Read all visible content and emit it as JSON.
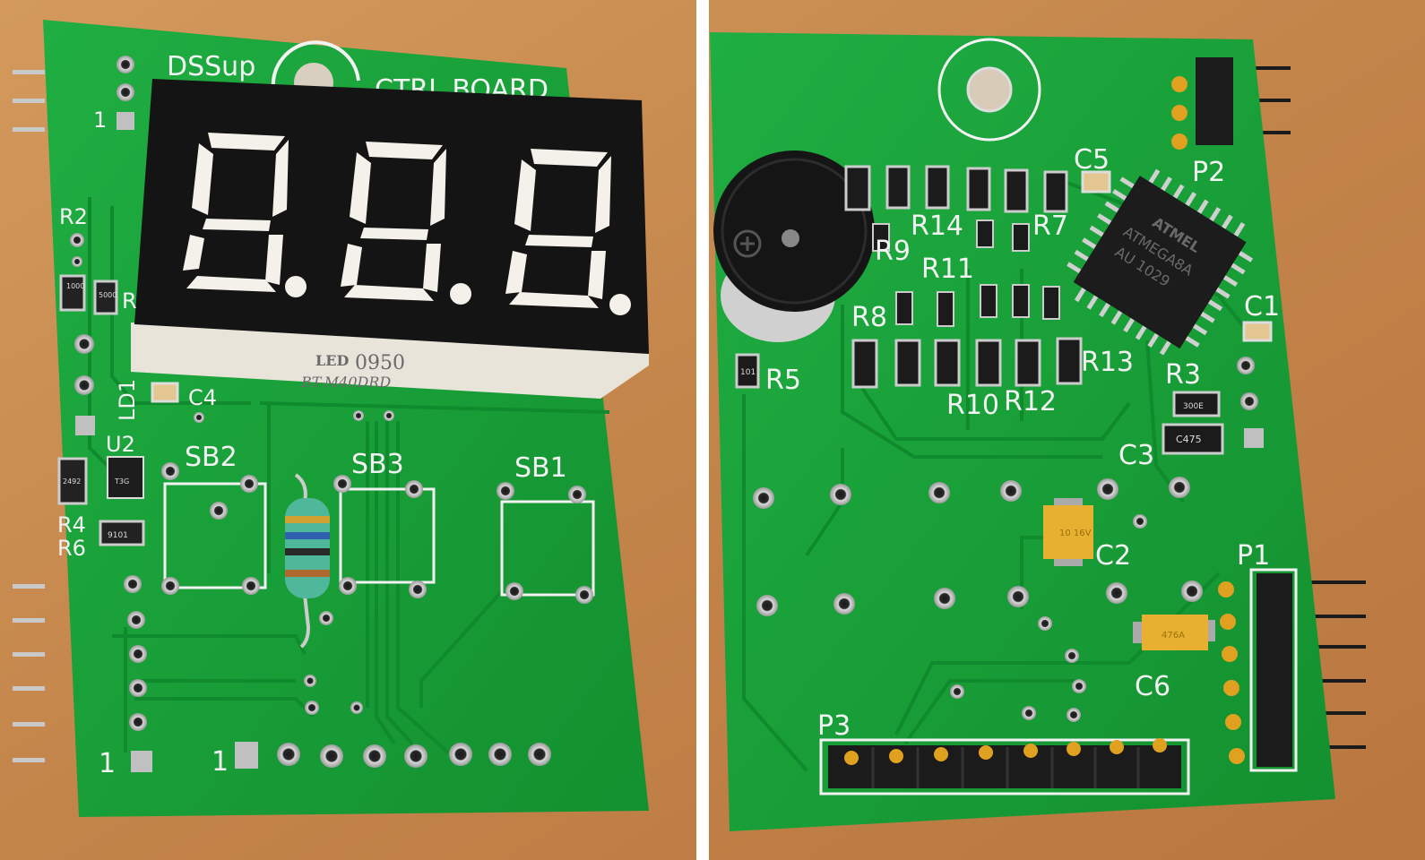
{
  "left_board": {
    "title_left": "DSSup",
    "title_right": "CTRL BOARD",
    "pin1_top": "1",
    "labels": {
      "r2": "R2",
      "ld1": "LD1",
      "c4": "C4",
      "u2": "U2",
      "r4": "R4",
      "r6": "R6",
      "sb1": "SB1",
      "sb2": "SB2",
      "sb3": "SB3",
      "pin1_bottom_a": "1",
      "pin1_bottom_b": "1",
      "r_partial": "R"
    },
    "display": {
      "digits": "8.8.8.",
      "brand": "LED",
      "code": "0950",
      "model": "BT-M40DRD"
    },
    "part_marks": {
      "u2_mark": "T3G",
      "r4_mark": "2492",
      "r6_mark": "9101",
      "r2_mark": "1000",
      "r2b_mark": "5000"
    }
  },
  "right_board": {
    "labels": {
      "c5": "C5",
      "p2": "P2",
      "r14": "R14",
      "r7": "R7",
      "r9": "R9",
      "r11": "R11",
      "r8": "R8",
      "c1": "C1",
      "r5": "R5",
      "r13": "R13",
      "r3": "R3",
      "r10": "R10",
      "r12": "R12",
      "c3": "C3",
      "c2": "C2",
      "p1": "P1",
      "c6": "C6",
      "p3": "P3"
    },
    "chip": {
      "brand": "ATMEL",
      "part": "ATMEGA8A",
      "date": "AU 1029"
    },
    "part_marks": {
      "r5_mark": "101",
      "r3_mark": "300E",
      "c3_mark": "C475",
      "c2_mark": "10 16V",
      "c6_mark": "476A"
    }
  },
  "colors": {
    "pcb": "#19a13a",
    "pcb_dark": "#0f7f2a",
    "wood": "#c98a4e",
    "silkscreen": "#f2f2f2",
    "display_body": "#111111"
  }
}
